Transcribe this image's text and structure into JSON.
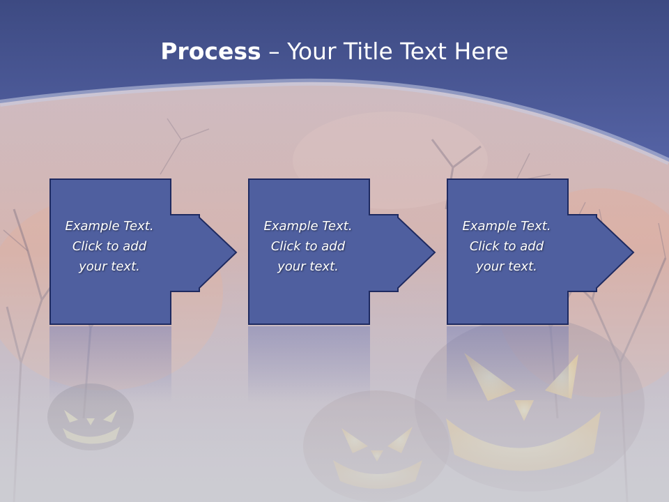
{
  "slide": {
    "title_bold": "Process",
    "title_rest": " – Your Title Text Here"
  },
  "steps": [
    {
      "line1": "Example Text.",
      "line2": "Click  to add",
      "line3": "your text."
    },
    {
      "line1": "Example Text.",
      "line2": "Click  to add",
      "line3": "your text."
    },
    {
      "line1": "Example Text.",
      "line2": "Click  to add",
      "line3": "your text."
    }
  ],
  "colors": {
    "header_blue": "#4a5a9a",
    "box_fill": "#4f5f9f",
    "box_border": "#1e2a60",
    "background_mist": "#c8c8d0"
  }
}
